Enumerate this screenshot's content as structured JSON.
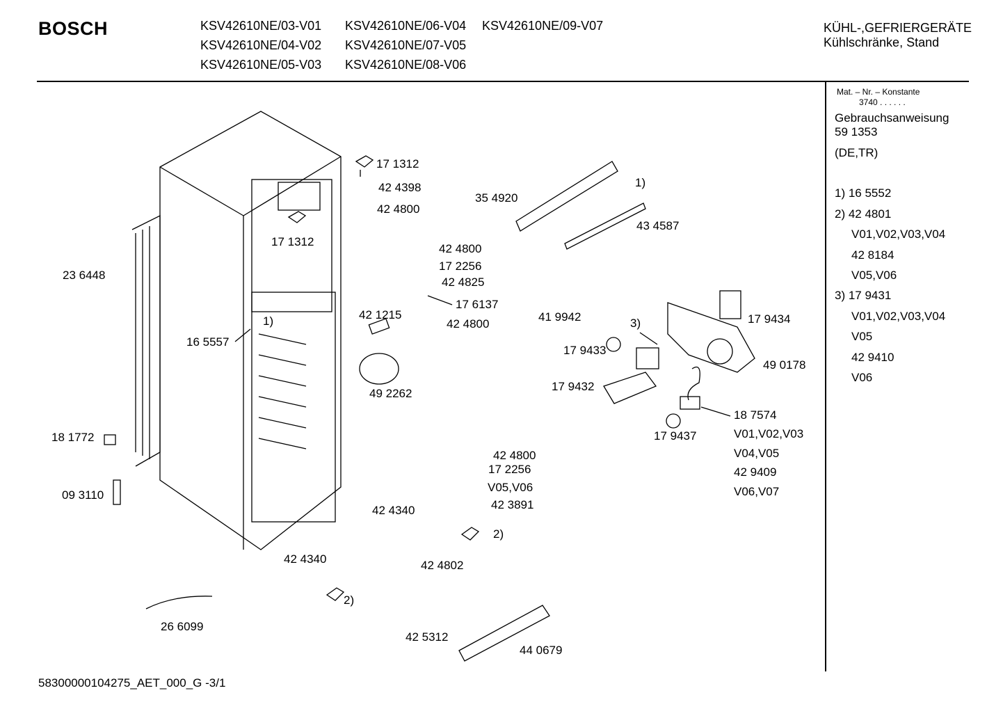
{
  "header": {
    "brand": "BOSCH",
    "models": [
      "KSV42610NE/03-V01",
      "KSV42610NE/06-V04",
      "KSV42610NE/09-V07",
      "KSV42610NE/04-V02",
      "KSV42610NE/07-V05",
      "KSV42610NE/05-V03",
      "KSV42610NE/08-V06"
    ],
    "category_line1": "KÜHL-,GEFRIERGERÄTE",
    "category_line2": "Kühlschränke, Stand"
  },
  "sidebar": {
    "mat_label": "Mat. – Nr. – Konstante",
    "mat_value": "3740 . .  . . . .",
    "manual_title": "Gebrauchsanweisung",
    "manual_number": "59 1353",
    "languages": "(DE,TR)",
    "notes": [
      "1)  16 5552",
      "2)  42 4801",
      "V01,V02,V03,V04",
      "42 8184",
      "V05,V06",
      "3)  17 9431",
      "V01,V02,V03,V04",
      "V05",
      "42 9410",
      "V06"
    ]
  },
  "parts": [
    "17 1312",
    "42 4398",
    "42 4800",
    "17 1312",
    "23 6448",
    "35 4920",
    "1)",
    "43 4587",
    "42 4800",
    "17 2256",
    "42 4825",
    "17 6137",
    "42 1215",
    "42 4800",
    "16 5557",
    "1)",
    "41 9942",
    "3)",
    "17 9434",
    "17 9433",
    "49 0178",
    "49 2262",
    "17 9432",
    "18 7574",
    "V01,V02,V03",
    "V04,V05",
    "42 9409",
    "V06,V07",
    "17 9437",
    "18 1772",
    "42 4800",
    "17 2256",
    "V05,V06",
    "42 3891",
    "09 3110",
    "42 4340",
    "2)",
    "42 4340",
    "42 4802",
    "2)",
    "26 6099",
    "42 5312",
    "44 0679"
  ],
  "footer": {
    "doc_id": "58300000104275_AET_000_G  -3/1"
  }
}
